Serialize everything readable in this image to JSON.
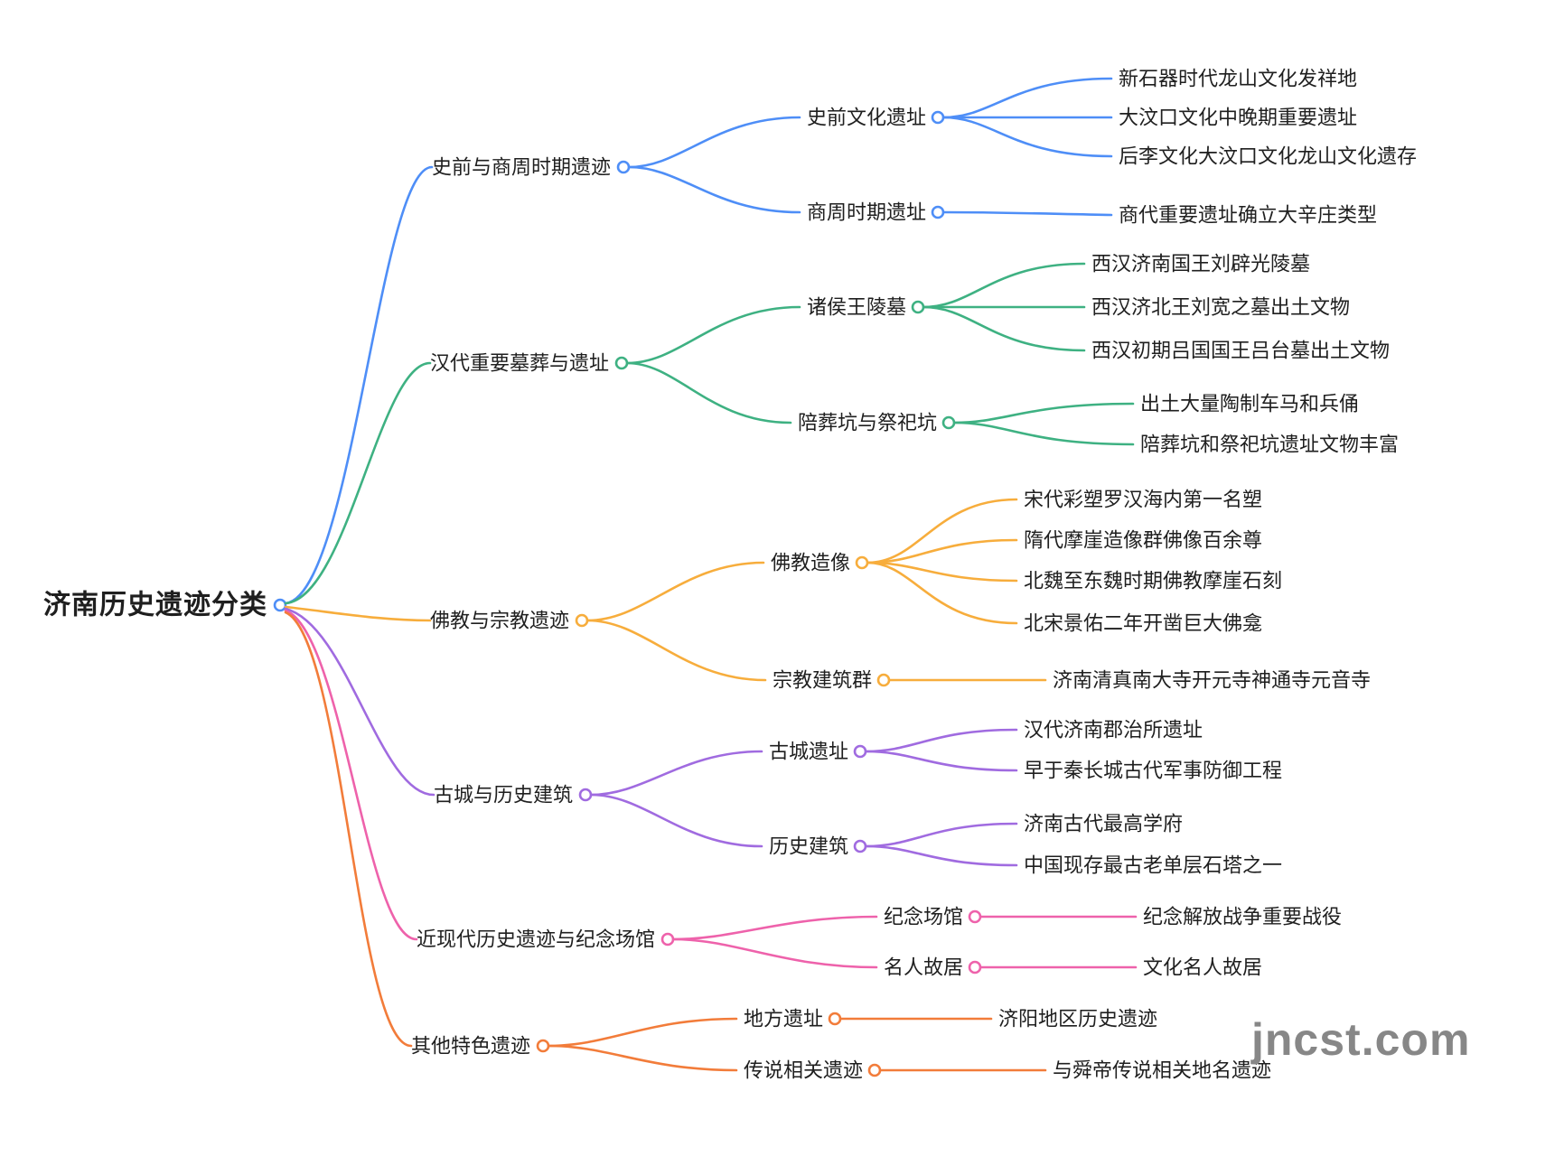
{
  "title": "济南历史遗迹分类",
  "watermark": "jncst.com",
  "colors": {
    "blue": "#4e8ef7",
    "green": "#3eb182",
    "amber": "#f7ad3c",
    "purple": "#a06be0",
    "pink": "#ee62ab",
    "orange": "#f27c3a",
    "text": "#1f1f1f",
    "watermark_gray": "#878787"
  },
  "branches": [
    {
      "label": "史前与商周时期遗迹",
      "color": "#4e8ef7",
      "children": [
        {
          "label": "史前文化遗址",
          "children": [
            {
              "label": "新石器时代龙山文化发祥地"
            },
            {
              "label": "大汶口文化中晚期重要遗址"
            },
            {
              "label": "后李文化大汶口文化龙山文化遗存"
            }
          ]
        },
        {
          "label": "商周时期遗址",
          "children": [
            {
              "label": "商代重要遗址确立大辛庄类型"
            }
          ]
        }
      ]
    },
    {
      "label": "汉代重要墓葬与遗址",
      "color": "#3eb182",
      "children": [
        {
          "label": "诸侯王陵墓",
          "children": [
            {
              "label": "西汉济南国王刘辟光陵墓"
            },
            {
              "label": "西汉济北王刘宽之墓出土文物"
            },
            {
              "label": "西汉初期吕国国王吕台墓出土文物"
            }
          ]
        },
        {
          "label": "陪葬坑与祭祀坑",
          "children": [
            {
              "label": "出土大量陶制车马和兵俑"
            },
            {
              "label": "陪葬坑和祭祀坑遗址文物丰富"
            }
          ]
        }
      ]
    },
    {
      "label": "佛教与宗教遗迹",
      "color": "#f7ad3c",
      "children": [
        {
          "label": "佛教造像",
          "children": [
            {
              "label": "宋代彩塑罗汉海内第一名塑"
            },
            {
              "label": "隋代摩崖造像群佛像百余尊"
            },
            {
              "label": "北魏至东魏时期佛教摩崖石刻"
            },
            {
              "label": "北宋景佑二年开凿巨大佛龛"
            }
          ]
        },
        {
          "label": "宗教建筑群",
          "children": [
            {
              "label": "济南清真南大寺开元寺神通寺元音寺"
            }
          ]
        }
      ]
    },
    {
      "label": "古城与历史建筑",
      "color": "#a06be0",
      "children": [
        {
          "label": "古城遗址",
          "children": [
            {
              "label": "汉代济南郡治所遗址"
            },
            {
              "label": "早于秦长城古代军事防御工程"
            }
          ]
        },
        {
          "label": "历史建筑",
          "children": [
            {
              "label": "济南古代最高学府"
            },
            {
              "label": "中国现存最古老单层石塔之一"
            }
          ]
        }
      ]
    },
    {
      "label": "近现代历史遗迹与纪念场馆",
      "color": "#ee62ab",
      "children": [
        {
          "label": "纪念场馆",
          "children": [
            {
              "label": "纪念解放战争重要战役"
            }
          ]
        },
        {
          "label": "名人故居",
          "children": [
            {
              "label": "文化名人故居"
            }
          ]
        }
      ]
    },
    {
      "label": "其他特色遗迹",
      "color": "#f27c3a",
      "children": [
        {
          "label": "地方遗址",
          "children": [
            {
              "label": "济阳地区历史遗迹"
            }
          ]
        },
        {
          "label": "传说相关遗迹",
          "children": [
            {
              "label": "与舜帝传说相关地名遗迹"
            }
          ]
        }
      ]
    }
  ]
}
